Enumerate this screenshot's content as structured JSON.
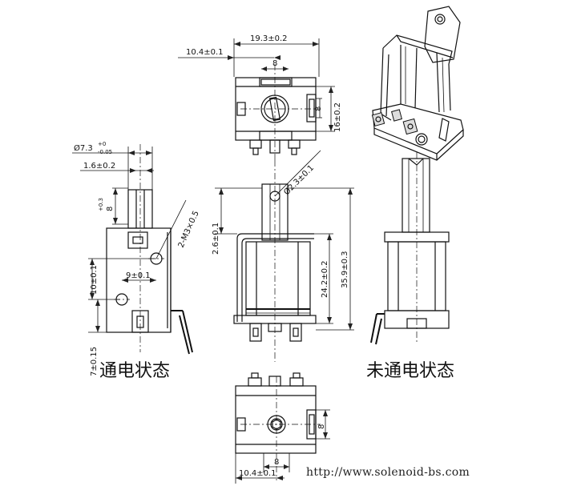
{
  "labels": {
    "energized": "通电状态",
    "de_energized": "未通电状态",
    "website": "http://www.solenoid-bs.com"
  },
  "dimensions": {
    "top_width": "19.3±0.2",
    "top_offset": "10.4±0.1",
    "top_slot": "8",
    "top_height": "16±0.2",
    "top_inner": "8",
    "plunger_dia": "Ø7.3",
    "plunger_dia_tol_upper": "+0",
    "plunger_dia_tol_lower": "-0.05",
    "plunger_flat": "1.6±0.2",
    "plunger_len": "8",
    "plunger_len_tol": "+0.3",
    "thread": "2-M3×0.5",
    "hole_spacing": "9±0.1",
    "side_height_a": "10±0.1",
    "side_height_b": "7±0.15",
    "hole_dia": "Ø2.3±0.1",
    "stroke_gap": "2.6±0.1",
    "body_height": "24.2±0.2",
    "total_height": "35.9±0.3",
    "bottom_slot": "8",
    "bottom_inner": "8",
    "bottom_offset": "10.4±0.1"
  }
}
